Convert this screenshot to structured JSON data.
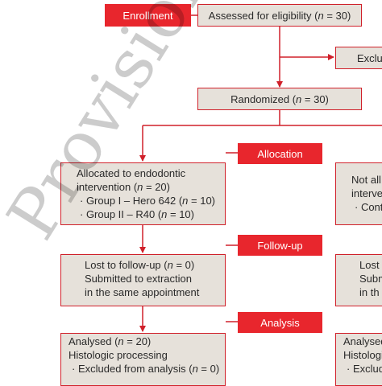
{
  "stages": {
    "enrollment": "Enrollment",
    "allocation": "Allocation",
    "followup": "Follow-up",
    "analysis": "Analysis"
  },
  "eligibility": {
    "pre": "Assessed for eligibility (",
    "n": "n",
    "post": " = 30)"
  },
  "excluded": {
    "label": "Exclu"
  },
  "randomized": {
    "pre": "Randomized (",
    "n": "n",
    "post": " = 30)"
  },
  "allocated_left": {
    "line1": "Allocated to endodontic",
    "line2_pre": "intervention (",
    "line2_n": "n",
    "line2_post": " = 20)",
    "line3_pre": "· Group I – Hero 642 (",
    "line3_n": "n",
    "line3_post": " = 10)",
    "line4_pre": "· Group II – R40 (",
    "line4_n": "n",
    "line4_post": " = 10)"
  },
  "allocated_right": {
    "line1": "Not all",
    "line2": "interve",
    "line3": "· Cont"
  },
  "followup_left": {
    "line1_pre": "Lost to follow-up (",
    "line1_n": "n",
    "line1_post": " = 0)",
    "line2": "Submitted to extraction",
    "line3": "in the same appointment"
  },
  "followup_right": {
    "line1": "Lost",
    "line2": "Subm",
    "line3": "in th"
  },
  "analysis_left": {
    "line1_pre": "Analysed (",
    "line1_n": "n",
    "line1_post": " = 20)",
    "line2": "Histologic processing",
    "line3_pre": "· Excluded from analysis (",
    "line3_n": "n",
    "line3_post": " = 0)"
  },
  "analysis_right": {
    "line1": "Analysed",
    "line2": "Histologi",
    "line3": "· Exclud"
  },
  "watermark": "Provisional",
  "colors": {
    "stage_bg": "#e8262d",
    "border": "#d0202a",
    "box_bg": "#e6e1da",
    "arrow": "#d0202a"
  }
}
